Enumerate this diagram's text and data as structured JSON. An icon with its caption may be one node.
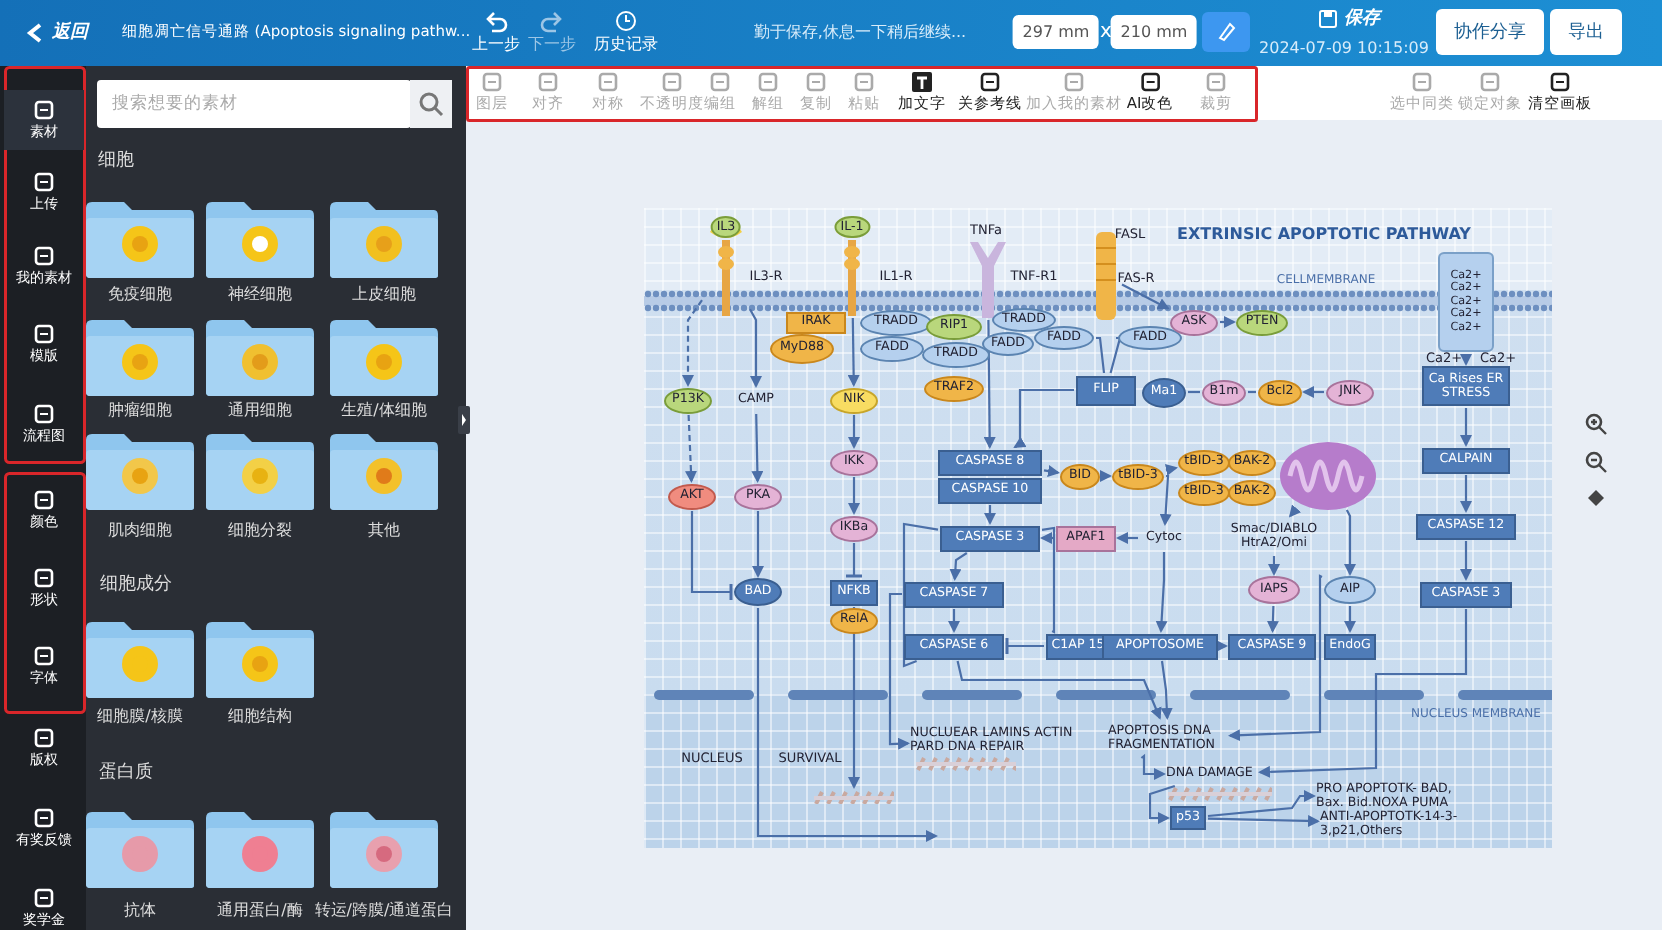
{
  "diagram": {
    "nodes": [
      {
        "text": [
          "IL3"
        ],
        "beside": [
          "IL3-R"
        ]
      },
      {
        "text": [
          "IL-1"
        ],
        "beside": [
          "IL1-R"
        ]
      },
      {
        "text": [],
        "shape": "picture",
        "beside": [
          "TNFa",
          "TNF-R1"
        ]
      },
      {
        "text": [],
        "shape": "picture",
        "beside": [
          "FASL",
          "FAS-R"
        ]
      },
      {
        "text": [
          "IRAK"
        ]
      },
      {
        "text": [
          "MyD88"
        ]
      },
      {
        "text": [
          "TRADD"
        ]
      },
      {
        "text": [
          "FADD"
        ]
      },
      {
        "text": [
          "RIP1"
        ]
      },
      {
        "text": [
          "TRADD"
        ]
      },
      {
        "text": [
          "TRAF2"
        ]
      },
      {
        "text": [
          "TRADD"
        ]
      },
      {
        "text": [
          "FADD"
        ]
      },
      {
        "text": [
          "FADD"
        ]
      },
      {
        "text": [
          "FADD"
        ]
      },
      {
        "text": [
          "ASK"
        ]
      },
      {
        "text": [
          "PTEN"
        ]
      },
      {
        "text": [
          "FLIP"
        ]
      },
      {
        "text": [
          "Ma1"
        ]
      },
      {
        "text": [
          "B1m"
        ]
      },
      {
        "text": [
          "Bcl2"
        ]
      },
      {
        "text": [
          "JNK"
        ]
      },
      {
        "text": [
          "Ca2+ Ca2+ Ca2+ Ca2+ Ca2+"
        ]
      },
      {
        "text": [
          "Ca Rises ER STRESS"
        ]
      },
      {
        "text": [
          "CALPAIN"
        ]
      },
      {
        "text": [
          "CASPASE 12"
        ]
      },
      {
        "text": [
          "CASPASE 3"
        ]
      },
      {
        "text": [
          "P13K"
        ]
      },
      {
        "text": [
          "CAMP"
        ]
      },
      {
        "text": [
          "NIK"
        ]
      },
      {
        "text": [
          "IKK"
        ]
      },
      {
        "text": [
          "IKBa"
        ]
      },
      {
        "text": [
          "NFKB"
        ]
      },
      {
        "text": [
          "RelA"
        ]
      },
      {
        "text": [
          "AKT"
        ]
      },
      {
        "text": [
          "PKA"
        ]
      },
      {
        "text": [
          "BAD"
        ]
      },
      {
        "text": [
          "CASPASE 8"
        ]
      },
      {
        "text": [
          "CASPASE 10"
        ]
      },
      {
        "text": [
          "CASPASE 3"
        ]
      },
      {
        "text": [
          "CASPASE 7"
        ]
      },
      {
        "text": [
          "CASPASE 6"
        ]
      },
      {
        "text": [
          "C1AP 15"
        ]
      },
      {
        "text": [
          "APAF1"
        ]
      },
      {
        "text": [
          "Cytoc"
        ]
      },
      {
        "text": [
          "BID"
        ]
      },
      {
        "text": [
          "tBID-3"
        ]
      },
      {
        "text": [
          "tBID-3"
        ]
      },
      {
        "text": [
          "BAK-2"
        ]
      },
      {
        "text": [
          "tBID-3"
        ]
      },
      {
        "text": [
          "BAK-2"
        ]
      },
      {
        "text": [],
        "shape": "picture"
      },
      {
        "text": [
          "Smac/DIABLO HtrA2/Omi"
        ]
      },
      {
        "text": [
          "IAPS"
        ]
      },
      {
        "text": [
          "AIP"
        ]
      },
      {
        "text": [
          "EndoG"
        ]
      },
      {
        "text": [
          "APOPTOSOME"
        ]
      },
      {
        "text": [
          "CASPASE 9"
        ]
      },
      {
        "text": [
          "NUCLUEAR LAMINS ACTIN PARD DNA REPAIR"
        ]
      },
      {
        "text": [
          "APOPTOSIS DNA FRAGMENTATION"
        ]
      },
      {
        "text": [
          "DNA DAMAGE"
        ]
      },
      {
        "text": [
          "p53"
        ]
      },
      {
        "text": [
          "PRO APOPTOTK- BAD, Bax. Bid.NOXA PUMA"
        ]
      },
      {
        "text": [
          "ANTI-APOPTOTK-14-3-3,p21,Others"
        ]
      },
      {
        "text": [],
        "shape": "picture"
      }
    ],
    "edges": [
      {
        "from": 0,
        "to": 27,
        "arrow": "to",
        "style": "dashed"
      },
      {
        "from": 0,
        "to": 28,
        "arrow": "to"
      },
      {
        "from": 27,
        "to": 34,
        "arrow": "to",
        "style": "dashed"
      },
      {
        "from": 28,
        "to": 35,
        "arrow": "to"
      },
      {
        "from": 35,
        "to": 36,
        "arrow": "to"
      },
      {
        "from": 34,
        "to": 36,
        "arrow": "other"
      },
      {
        "from": 36,
        "to": null,
        "arrow": "to"
      },
      {
        "from": 1,
        "to": 29,
        "arrow": "to"
      },
      {
        "from": 29,
        "to": 30,
        "arrow": "to"
      },
      {
        "from": 30,
        "to": 31,
        "arrow": "to"
      },
      {
        "from": 31,
        "to": 32,
        "arrow": "other"
      },
      {
        "from": 32,
        "to": 64,
        "arrow": "to"
      },
      {
        "from": 2,
        "to": 37,
        "arrow": "to"
      },
      {
        "from": 3,
        "to": 15,
        "arrow": "to"
      },
      {
        "from": 15,
        "to": 16,
        "arrow": "to"
      },
      {
        "from": 13,
        "to": 17,
        "arrow": "none"
      },
      {
        "from": 14,
        "to": 17,
        "arrow": "none"
      },
      {
        "from": 17,
        "to": 37,
        "arrow": "to"
      },
      {
        "from": 18,
        "to": 19,
        "arrow": "none"
      },
      {
        "from": 19,
        "to": 20,
        "arrow": "none"
      },
      {
        "from": 21,
        "to": 20,
        "arrow": "to"
      },
      {
        "from": 22,
        "to": 23,
        "arrow": "to"
      },
      {
        "from": 23,
        "to": 24,
        "arrow": "to"
      },
      {
        "from": 24,
        "to": 25,
        "arrow": "to"
      },
      {
        "from": 25,
        "to": 26,
        "arrow": "to"
      },
      {
        "from": 26,
        "to": 60,
        "arrow": "to"
      },
      {
        "from": 37,
        "to": 45,
        "arrow": "to"
      },
      {
        "from": 45,
        "to": 46,
        "arrow": "to"
      },
      {
        "from": 46,
        "to": 47,
        "arrow": "to"
      },
      {
        "from": 46,
        "to": 44,
        "arrow": "to"
      },
      {
        "from": 44,
        "to": 43,
        "arrow": "to"
      },
      {
        "from": 43,
        "to": 39,
        "arrow": "to"
      },
      {
        "from": 39,
        "to": 42,
        "arrow": "none"
      },
      {
        "from": 42,
        "to": 41,
        "arrow": "other"
      },
      {
        "from": 38,
        "to": 39,
        "arrow": "to"
      },
      {
        "from": 39,
        "to": 40,
        "arrow": "to"
      },
      {
        "from": 40,
        "to": 41,
        "arrow": "to"
      },
      {
        "from": 39,
        "to": 41,
        "arrow": "none"
      },
      {
        "from": 41,
        "to": 59,
        "arrow": "to"
      },
      {
        "from": 40,
        "to": 58,
        "arrow": "to"
      },
      {
        "from": 56,
        "to": 59,
        "arrow": "to"
      },
      {
        "from": 56,
        "to": 57,
        "arrow": "to"
      },
      {
        "from": 51,
        "to": 52,
        "arrow": "to"
      },
      {
        "from": 52,
        "to": 53,
        "arrow": "to"
      },
      {
        "from": 53,
        "to": 57,
        "arrow": "to"
      },
      {
        "from": 51,
        "to": 54,
        "arrow": "to"
      },
      {
        "from": 54,
        "to": 55,
        "arrow": "to"
      },
      {
        "from": 54,
        "to": 59,
        "arrow": "to"
      },
      {
        "from": 59,
        "to": 60,
        "arrow": "to"
      },
      {
        "from": 60,
        "to": 61,
        "arrow": "to"
      },
      {
        "from": 61,
        "to": 62,
        "arrow": "to"
      },
      {
        "from": 61,
        "to": 63,
        "arrow": "to"
      },
      {
        "from": 44,
        "to": 56,
        "arrow": "to"
      }
    ],
    "labels": [
      "返回",
      "细胞凋亡信号通路 (Apoptosis signaling pathw...",
      "上一步",
      "下一步",
      "历史记录",
      "勤于保存,休息一下稍后继续...",
      "297 mm",
      "x",
      "210 mm",
      "保存",
      "2024-07-09 10:15:09",
      "协作分享",
      "导出",
      "图层",
      "对齐",
      "对称",
      "不透明度",
      "编组",
      "解组",
      "复制",
      "粘贴",
      "加文字",
      "关参考线",
      "加入我的素材",
      "AI改色",
      "裁剪",
      "选中同类",
      "锁定对象",
      "清空画板",
      "素材",
      "上传",
      "我的素材",
      "模版",
      "流程图",
      "颜色",
      "形状",
      "字体",
      "版权",
      "有奖反馈",
      "奖学金",
      "搜索想要的素材",
      "细胞",
      "免疫细胞",
      "神经细胞",
      "上皮细胞",
      "肿瘤细胞",
      "通用细胞",
      "生殖/体细胞",
      "肌肉细胞",
      "细胞分裂",
      "其他",
      "细胞成分",
      "细胞膜/核膜",
      "细胞结构",
      "蛋白质",
      "抗体",
      "通用蛋白/酶",
      "转运/跨膜/通道蛋白",
      "EXTRINSIC APOPTOTIC PATHWAY",
      "CELLMEMBRANE",
      "Ca2+",
      "Ca2+",
      "NUCLEUS MEMBRANE",
      "NUCLEUS",
      "SURVIVAL"
    ]
  }
}
